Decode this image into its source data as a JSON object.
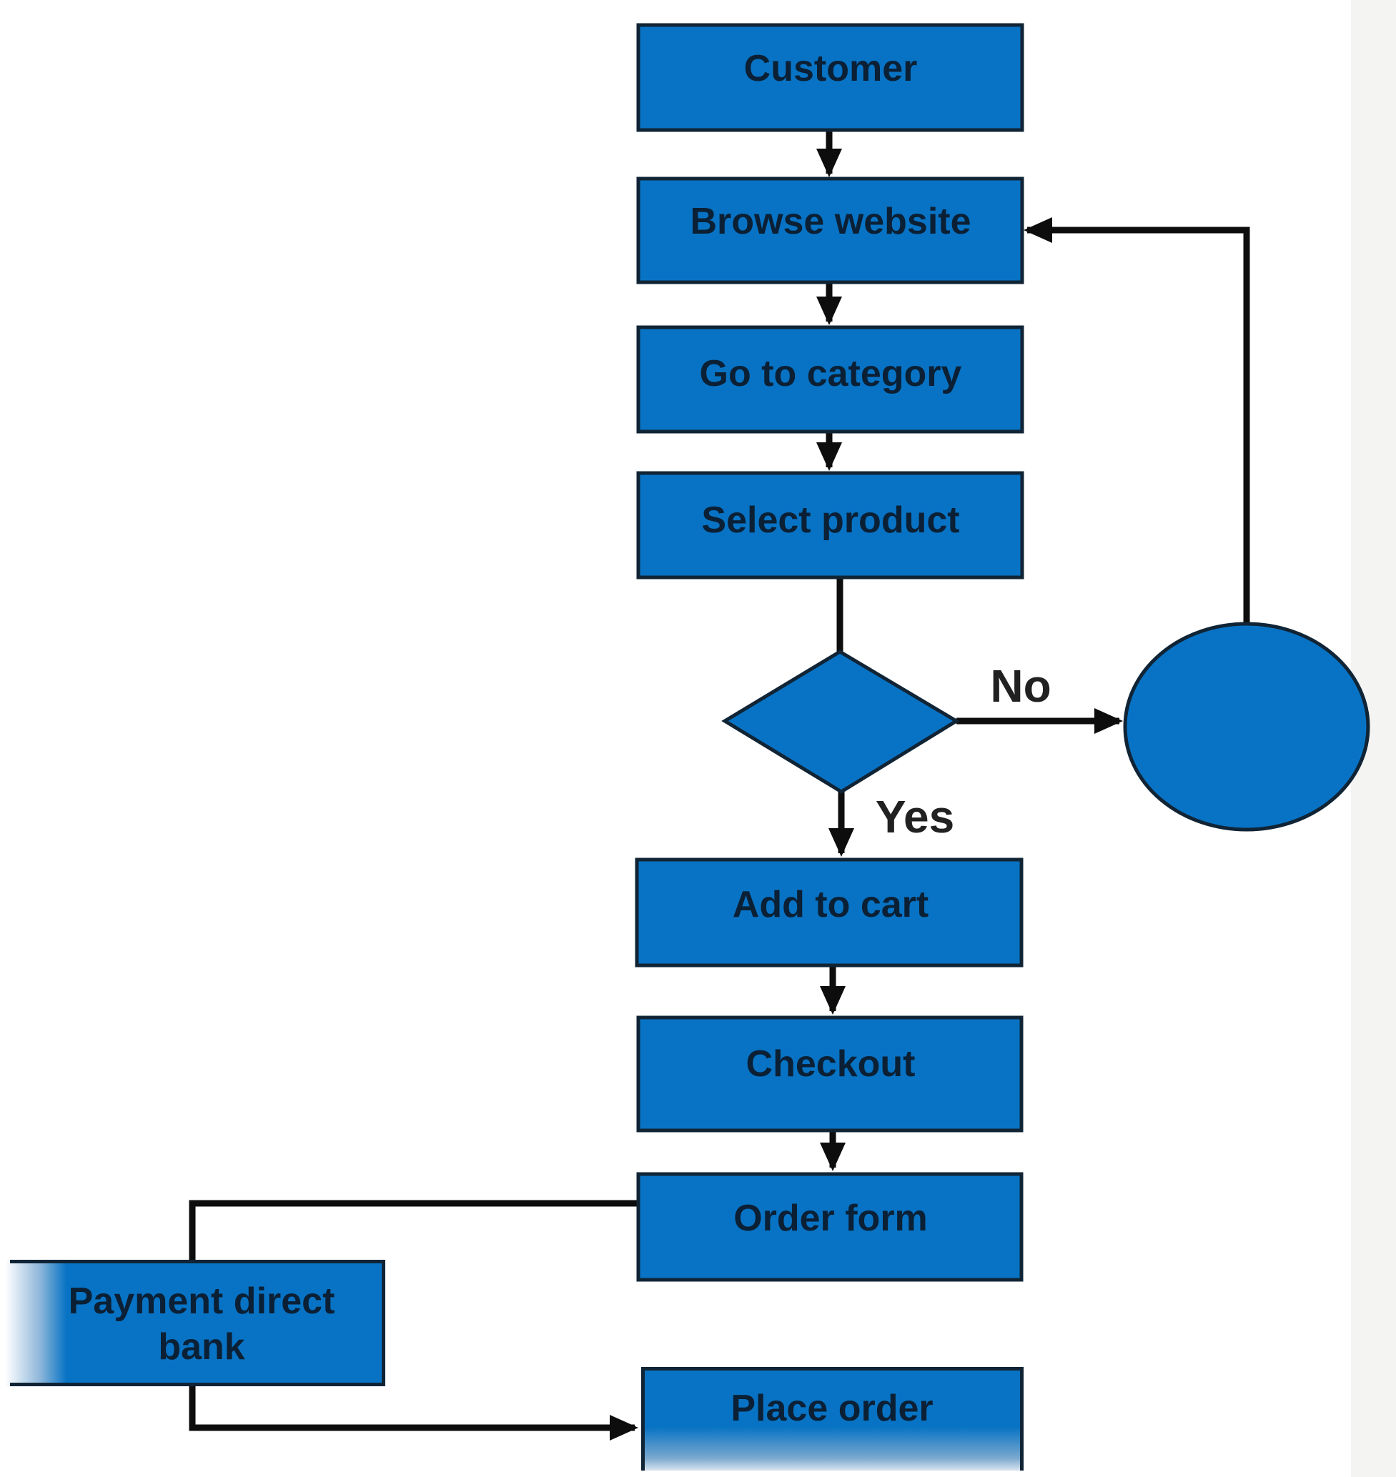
{
  "diagram": {
    "type": "flowchart",
    "nodes": {
      "customer": {
        "label": "Customer",
        "shape": "process"
      },
      "browse_website": {
        "label": "Browse website",
        "shape": "process"
      },
      "go_to_category": {
        "label": "Go to category",
        "shape": "process"
      },
      "select_product": {
        "label": "Select product",
        "shape": "process"
      },
      "decision": {
        "label": "",
        "shape": "decision-diamond"
      },
      "loop_terminator": {
        "label": "",
        "shape": "circle"
      },
      "add_to_cart": {
        "label": "Add to cart",
        "shape": "process"
      },
      "checkout": {
        "label": "Checkout",
        "shape": "process"
      },
      "order_form": {
        "label": "Order form",
        "shape": "process"
      },
      "payment_direct_bank": {
        "label_line1": "Payment direct",
        "label_line2": "bank",
        "shape": "process"
      },
      "place_order": {
        "label": "Place order",
        "shape": "process"
      }
    },
    "edge_labels": {
      "no": "No",
      "yes": "Yes"
    },
    "edges": [
      "customer -> browse_website",
      "browse_website -> go_to_category",
      "go_to_category -> select_product",
      "select_product -> decision",
      "decision -No-> loop_terminator",
      "loop_terminator -> browse_website",
      "decision -Yes-> add_to_cart",
      "add_to_cart -> checkout",
      "checkout -> order_form",
      "order_form -> payment_direct_bank",
      "payment_direct_bank -> place_order"
    ],
    "colors": {
      "shape_fill": "#0873c4",
      "shape_border": "#102435",
      "label_text": "#0b2035",
      "edge_label_text": "#212121",
      "connector": "#0d0d0d",
      "background": "#ffffff"
    }
  }
}
